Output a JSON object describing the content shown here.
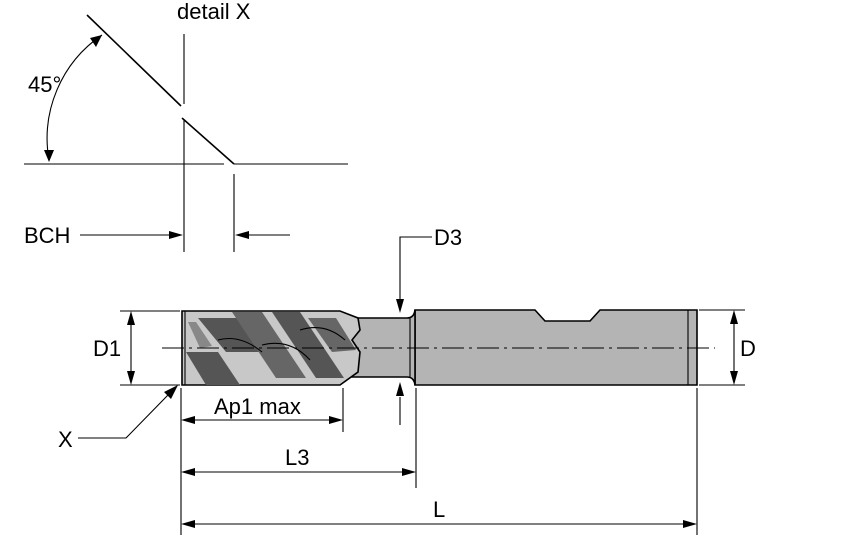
{
  "labels": {
    "detail_x": "detail X",
    "angle": "45°",
    "bch": "BCH",
    "d3": "D3",
    "d1": "D1",
    "d": "D",
    "x": "X",
    "ap1_max": "Ap1 max",
    "l3": "L3",
    "l": "L"
  },
  "colors": {
    "tool_body": "#b4b4b4",
    "tool_dark": "#555555",
    "outline": "#000000"
  }
}
